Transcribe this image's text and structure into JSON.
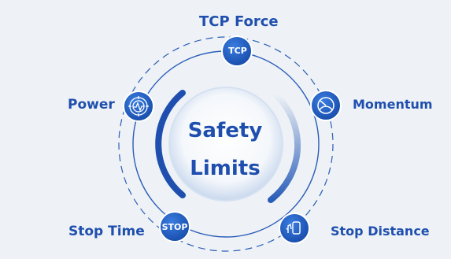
{
  "title": {
    "line1": "Safety",
    "line2": "Limits"
  },
  "nodes": [
    {
      "label": "TCP Force",
      "badge": "TCP",
      "icon": "tcp-text-icon"
    },
    {
      "label": "Momentum",
      "badge": "",
      "icon": "gauge-icon"
    },
    {
      "label": "Stop Distance",
      "badge": "",
      "icon": "hand-phone-icon"
    },
    {
      "label": "Stop Time",
      "badge": "STOP",
      "icon": "stop-text-icon"
    },
    {
      "label": "Power",
      "badge": "",
      "icon": "pulse-target-icon"
    }
  ],
  "colors": {
    "background": "#eef2f6",
    "primary": "#1f4fae",
    "node_fill": "#1e5cc4",
    "ring": "#2a5db8",
    "center_glow": "#c9d8ee"
  }
}
